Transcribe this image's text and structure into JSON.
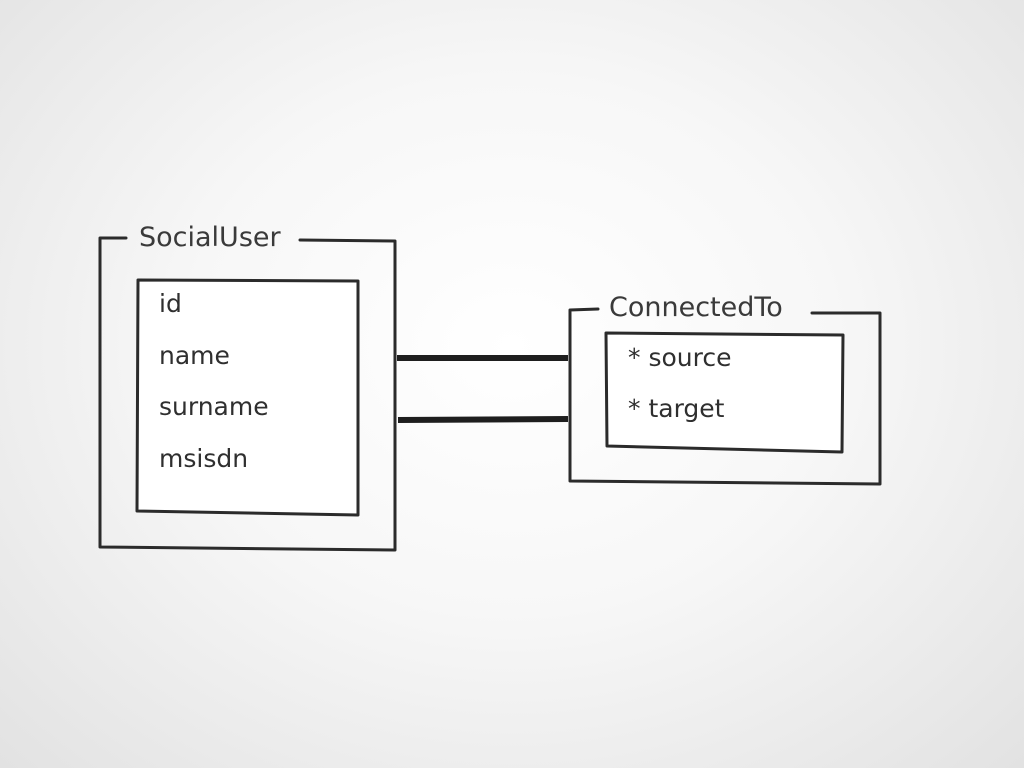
{
  "entities": {
    "social_user": {
      "label": "SocialUser",
      "fields": [
        "id",
        "name",
        "surname",
        "msisdn"
      ]
    },
    "connected_to": {
      "label": "ConnectedTo",
      "fields": [
        "* source",
        "* target"
      ]
    }
  },
  "colors": {
    "stroke": "#2b2b2b",
    "text": "#333333",
    "box_fill": "#ffffff"
  }
}
